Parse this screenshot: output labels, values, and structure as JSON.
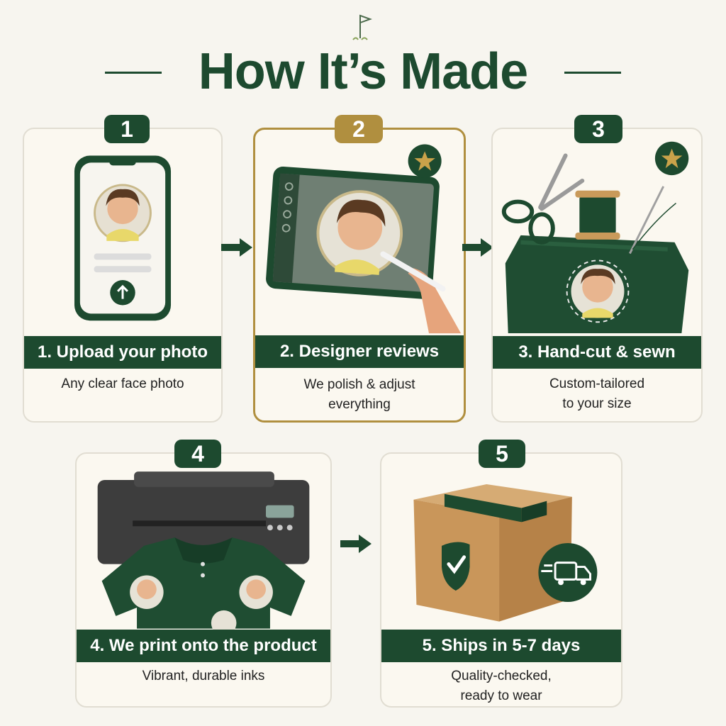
{
  "title": "How It’s Made",
  "colors": {
    "primary": "#1d4a2f",
    "accent": "#b08f3f",
    "background": "#f7f5ef",
    "card": "#fbf8f0"
  },
  "steps": [
    {
      "number": "1",
      "title": "1. Upload your photo",
      "desc_lines": [
        "Any clear face photo"
      ],
      "icon": "phone-upload-icon"
    },
    {
      "number": "2",
      "title": "2. Designer reviews",
      "desc_lines": [
        "We polish & adjust",
        "everything"
      ],
      "icon": "tablet-stylus-icon",
      "featured": true
    },
    {
      "number": "3",
      "title": "3. Hand-cut & sewn",
      "desc_lines": [
        "Custom-tailored",
        "to your size"
      ],
      "icon": "scissors-thread-icon"
    },
    {
      "number": "4",
      "title": "4. We print onto the product",
      "desc_lines": [
        "Vibrant, durable inks"
      ],
      "icon": "printer-shirt-icon"
    },
    {
      "number": "5",
      "title": "5. Ships in 5-7 days",
      "desc_lines": [
        "Quality-checked,",
        "ready to wear"
      ],
      "icon": "shipping-box-icon"
    }
  ]
}
